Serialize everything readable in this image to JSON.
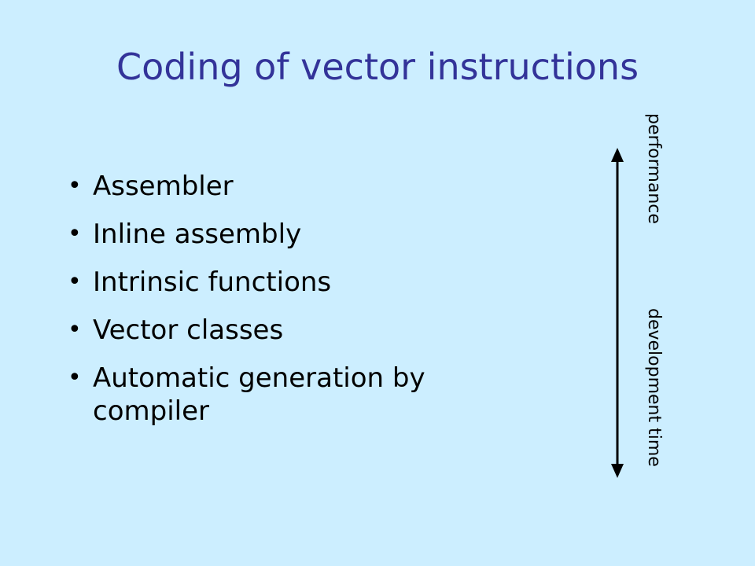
{
  "slide": {
    "title": "Coding of vector instructions",
    "bullets": [
      "Assembler",
      "Inline assembly",
      "Intrinsic functions",
      "Vector classes",
      "Automatic generation by compiler"
    ],
    "axis": {
      "top_label": "performance",
      "bottom_label": "development time"
    }
  },
  "colors": {
    "background": "#cceeff",
    "title": "#333399",
    "text": "#000000"
  }
}
